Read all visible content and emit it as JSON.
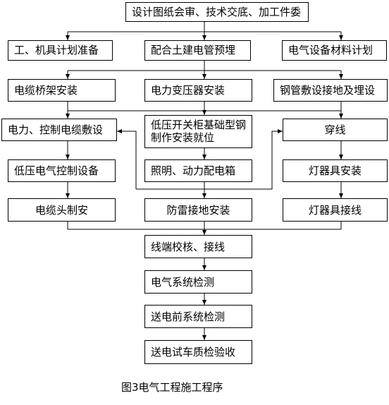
{
  "nodes": {
    "n1": "设计图纸会审、技术交底、加工件委",
    "n2": "工、机具计划准备",
    "n3": "配合土建电管预埋",
    "n4": "电气设备材料计划",
    "n5": "电缆桥架安装",
    "n6": "电力变压器安装",
    "n7": "钢管敷设接地及埋设",
    "n8": "电力、控制电缆敷设",
    "n9": "低压开关柜基础型钢制作安装就位",
    "n10": "穿线",
    "n11": "低压电气控制设备",
    "n12": "照明、动力配电箱",
    "n13": "灯器具安装",
    "n14": "电缆头制安",
    "n15": "防雷接地安装",
    "n16": "灯器具接线",
    "n17": "线端校核、接线",
    "n18": "电气系统检测",
    "n19": "送电前系统检测",
    "n20": "送电试车质检验收"
  },
  "caption": "图3电气工程施工程序"
}
